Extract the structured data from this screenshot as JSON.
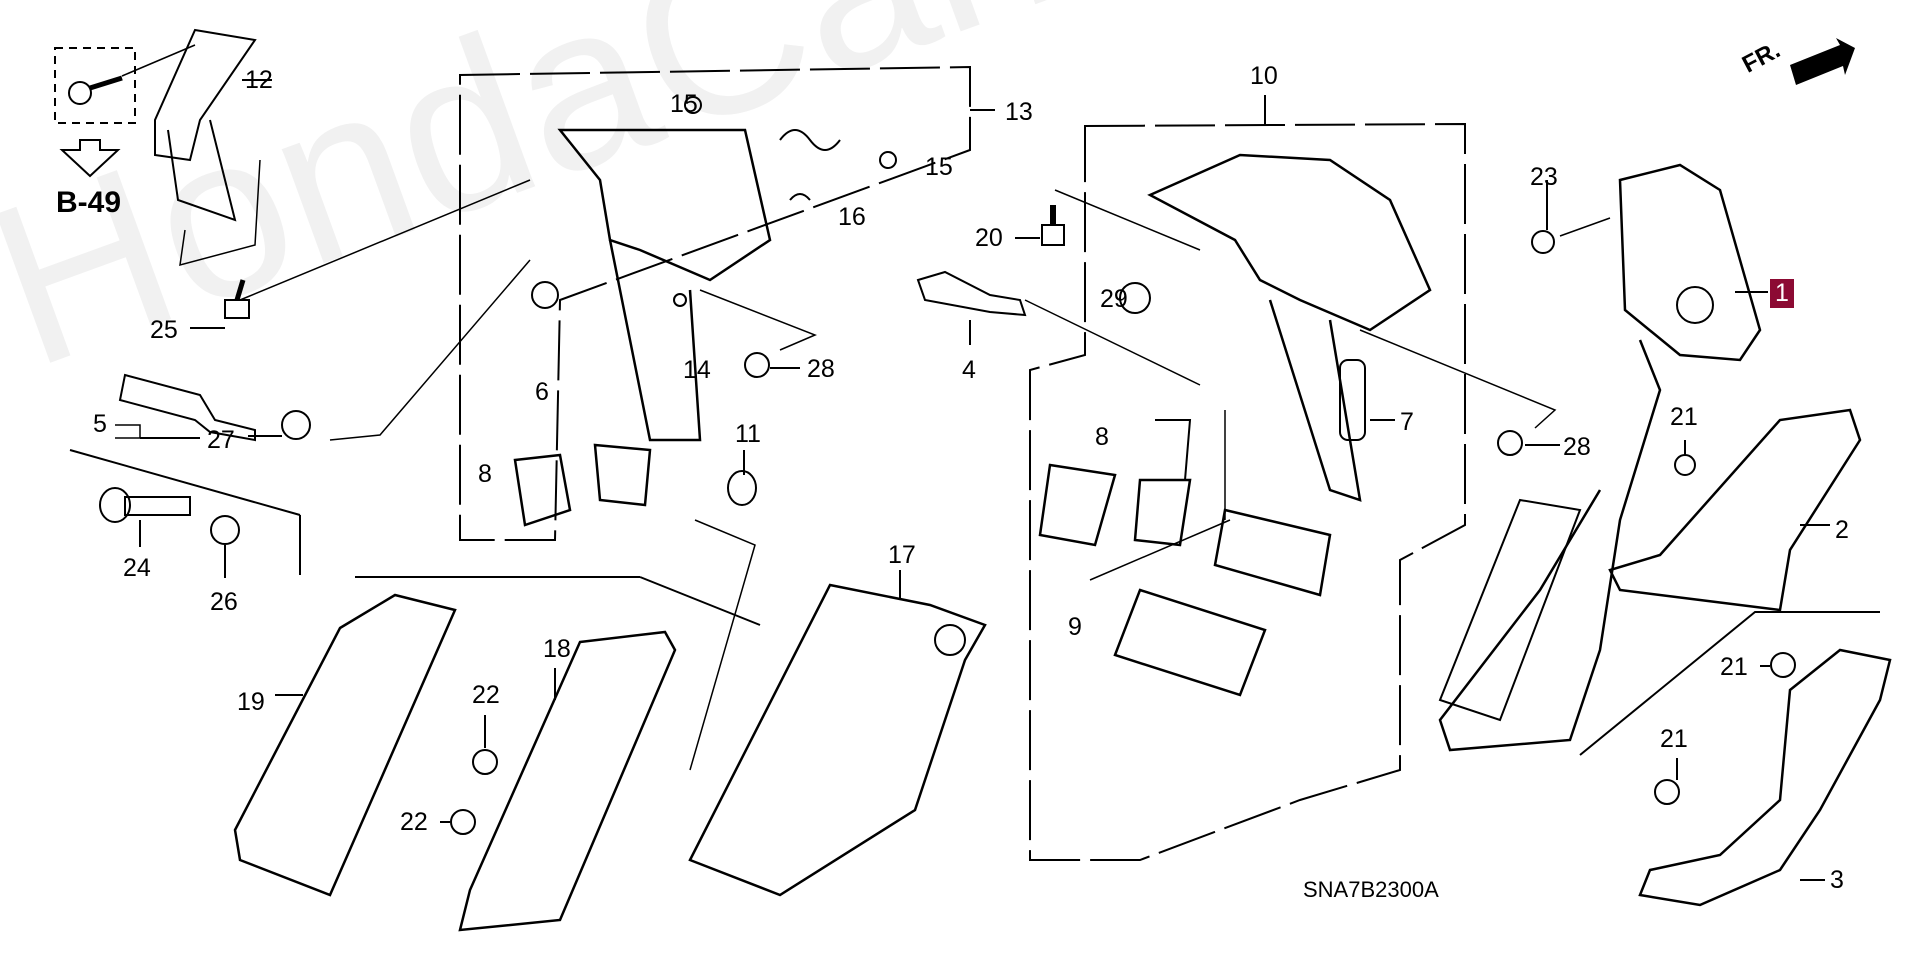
{
  "diagram": {
    "title_code": "SNA7B2300A",
    "reference": "B-49",
    "direction_indicator": "FR.",
    "watermark": "HondaCarMine.ru",
    "highlighted_part": "1",
    "colors": {
      "line": "#000000",
      "background": "#ffffff",
      "highlight": "#8c0a33",
      "watermark": "#f1f1f1"
    },
    "callouts": [
      {
        "id": "1",
        "text": "1"
      },
      {
        "id": "2",
        "text": "2"
      },
      {
        "id": "3",
        "text": "3"
      },
      {
        "id": "4",
        "text": "4"
      },
      {
        "id": "5",
        "text": "5"
      },
      {
        "id": "6",
        "text": "6"
      },
      {
        "id": "7",
        "text": "7"
      },
      {
        "id": "8a",
        "text": "8"
      },
      {
        "id": "8b",
        "text": "8"
      },
      {
        "id": "9",
        "text": "9"
      },
      {
        "id": "10",
        "text": "10"
      },
      {
        "id": "11",
        "text": "11"
      },
      {
        "id": "12",
        "text": "12"
      },
      {
        "id": "13",
        "text": "13"
      },
      {
        "id": "14",
        "text": "14"
      },
      {
        "id": "15a",
        "text": "15"
      },
      {
        "id": "15b",
        "text": "15"
      },
      {
        "id": "16",
        "text": "16"
      },
      {
        "id": "17",
        "text": "17"
      },
      {
        "id": "18",
        "text": "18"
      },
      {
        "id": "19",
        "text": "19"
      },
      {
        "id": "20",
        "text": "20"
      },
      {
        "id": "21a",
        "text": "21"
      },
      {
        "id": "21b",
        "text": "21"
      },
      {
        "id": "21c",
        "text": "21"
      },
      {
        "id": "22a",
        "text": "22"
      },
      {
        "id": "22b",
        "text": "22"
      },
      {
        "id": "23",
        "text": "23"
      },
      {
        "id": "24",
        "text": "24"
      },
      {
        "id": "25",
        "text": "25"
      },
      {
        "id": "26",
        "text": "26"
      },
      {
        "id": "27",
        "text": "27"
      },
      {
        "id": "28a",
        "text": "28"
      },
      {
        "id": "28b",
        "text": "28"
      },
      {
        "id": "29",
        "text": "29"
      }
    ]
  }
}
